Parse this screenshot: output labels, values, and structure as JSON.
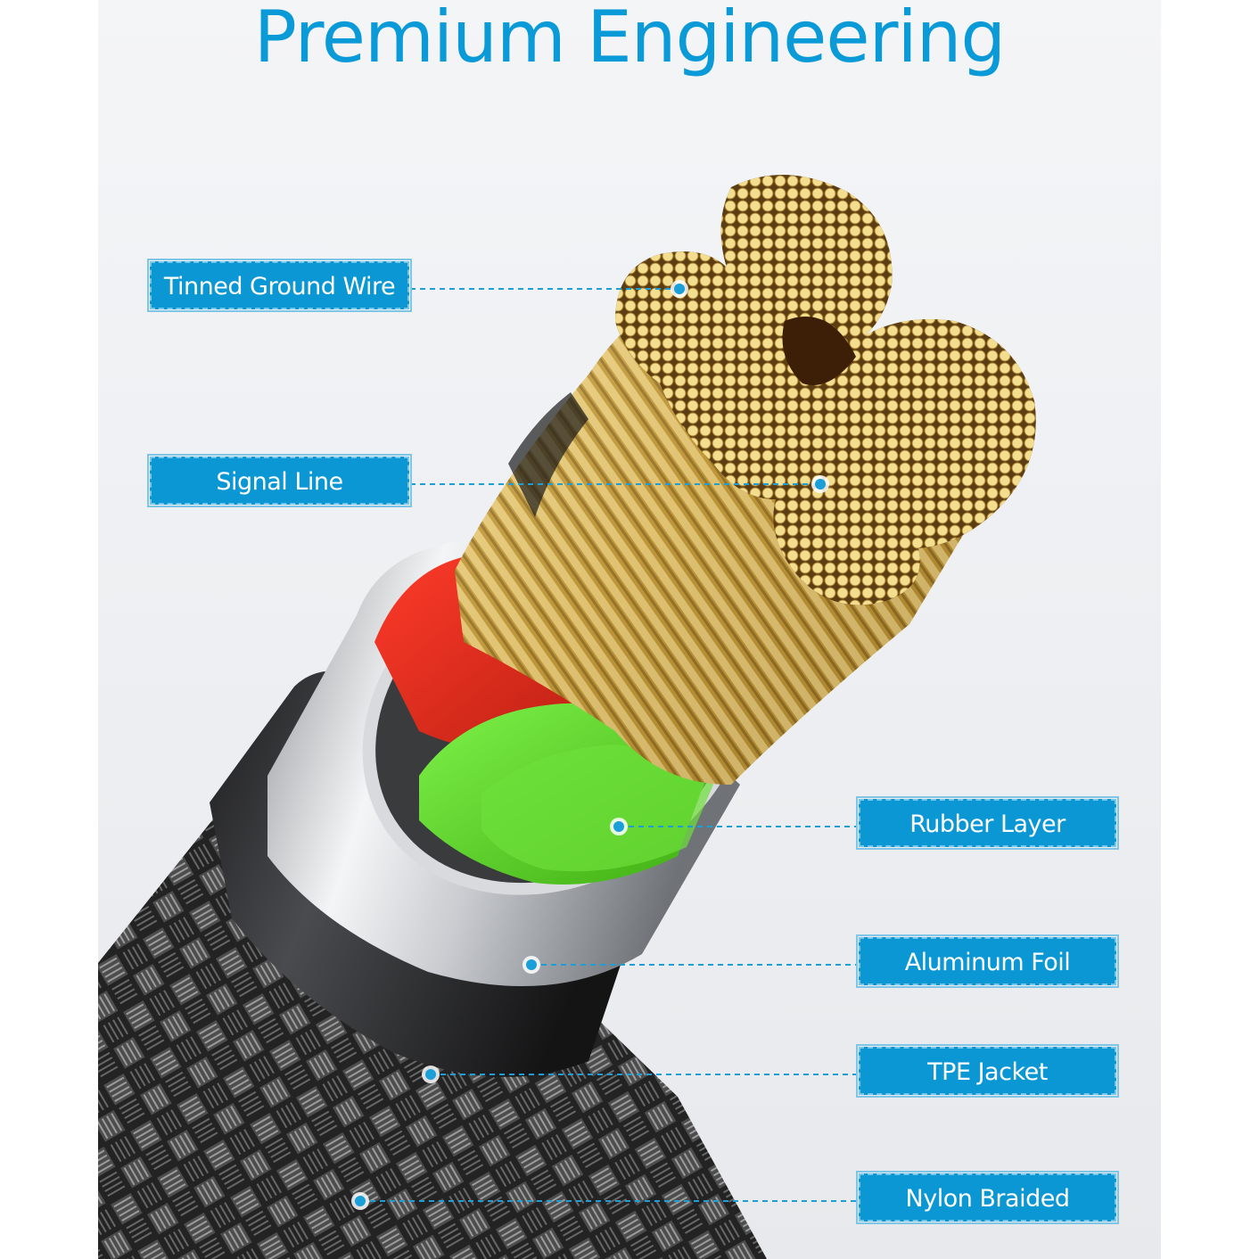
{
  "title": "Premium Engineering",
  "accent_color": "#0b97d3",
  "labels": {
    "tinned_ground_wire": "Tinned Ground Wire",
    "signal_line": "Signal Line",
    "rubber_layer": "Rubber Layer",
    "aluminum_foil": "Aluminum Foil",
    "tpe_jacket": "TPE Jacket",
    "nylon_braided": "Nylon Braided"
  }
}
